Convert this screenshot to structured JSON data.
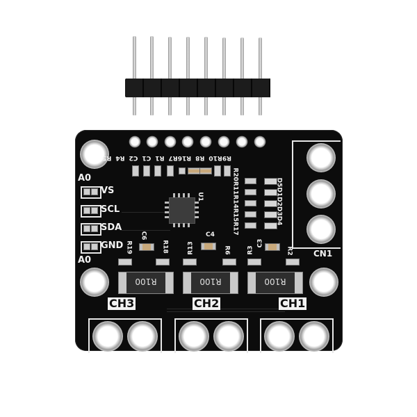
{
  "image": {
    "subject": "INA3221-style 3-channel current/voltage sensor breakout board with 8-pin male header",
    "background_color": "#ffffff",
    "board_color": "#0c0c0c",
    "silkscreen_color": "#f2f2f2"
  },
  "pin_header": {
    "pin_count": 8
  },
  "board": {
    "top_pad_count": 8,
    "address_label_top": "A0",
    "address_label_bottom": "A0",
    "left_pins": [
      {
        "label": "VS"
      },
      {
        "label": "SCL"
      },
      {
        "label": "SDA"
      },
      {
        "label": "GND"
      }
    ],
    "top_component_labels": [
      "R9R10",
      "R8",
      "R16R7",
      "R1",
      "C1",
      "C2",
      "R4",
      "R5"
    ],
    "right_component_labels": "R20R11R14R15R17",
    "led_labels": "D5D1D2D3D4",
    "chip_label": "U1",
    "middle_labels": {
      "c6": "C6",
      "r19": "R19",
      "r18": "R18",
      "r13": "R13",
      "c4": "C4",
      "r6": "R6",
      "r3": "R3",
      "c3": "C3",
      "r2": "R2"
    },
    "shunts": [
      {
        "label": "R100"
      },
      {
        "label": "R100"
      },
      {
        "label": "R100"
      }
    ],
    "channels": [
      {
        "label": "CH3"
      },
      {
        "label": "CH2"
      },
      {
        "label": "CH1"
      }
    ],
    "connector_label": "CN1"
  }
}
